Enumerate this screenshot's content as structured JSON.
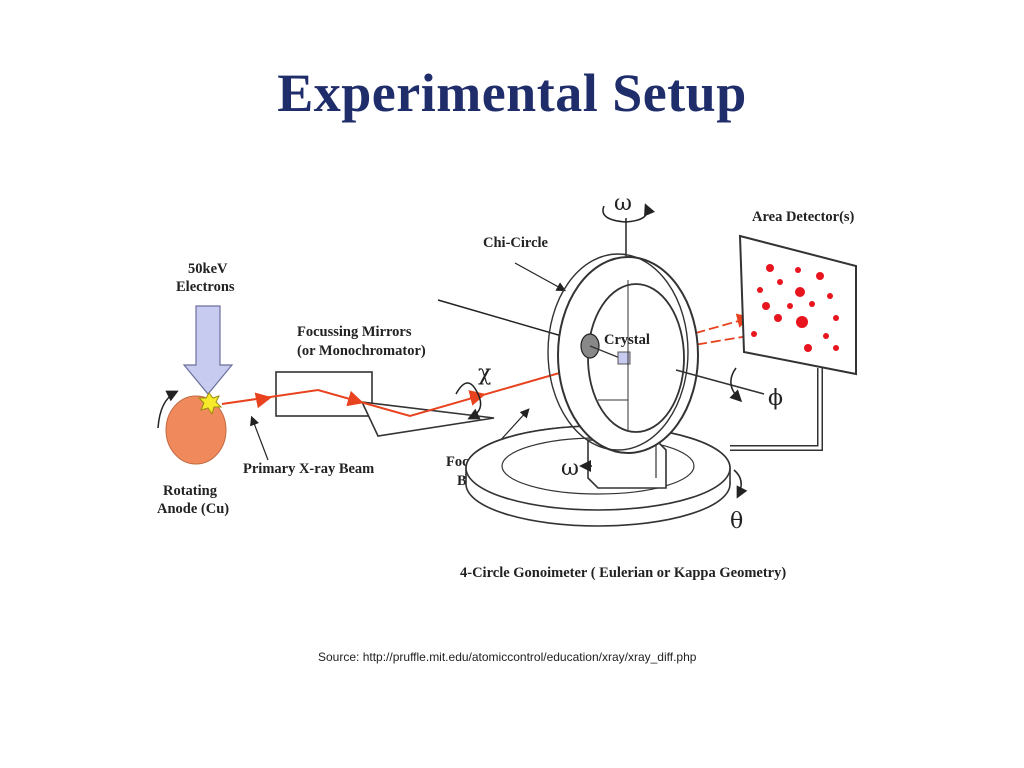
{
  "slide": {
    "title": "Experimental Setup",
    "source_label": "Source:",
    "source_url": "http://pruffle.mit.edu/atomiccontrol/education/xray/xray_diff.php"
  },
  "diagram": {
    "labels": {
      "electrons_line1": "50keV",
      "electrons_line2": "Electrons",
      "mirrors_line1": "Focussing Mirrors",
      "mirrors_line2": "(or Monochromator)",
      "chi_circle": "Chi-Circle",
      "crystal": "Crystal",
      "area_detector": "Area Detector(s)",
      "primary_beam": "Primary X-ray Beam",
      "focussed_line1": "Focussed",
      "focussed_line2": "Beam",
      "anode_line1": "Rotating",
      "anode_line2": "Anode (Cu)",
      "goniometer": "4-Circle Gonoimeter ( Eulerian or Kappa Geometry)"
    },
    "symbols": {
      "omega_top": "ω",
      "omega_base": "ω",
      "chi": "χ",
      "phi": "ϕ",
      "theta": "θ"
    },
    "colors": {
      "beam": "#e8431e",
      "anode": "#f08a5d",
      "electron_arrow": "#c7cbef",
      "diffraction_spots": "#e8141e",
      "title": "#1f2d6b"
    }
  }
}
